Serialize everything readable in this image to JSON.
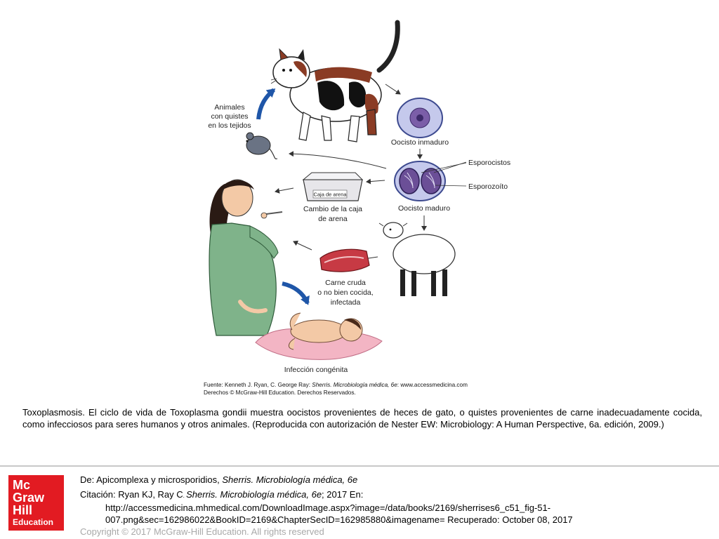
{
  "diagram": {
    "labels": {
      "animals": [
        "Animales",
        "con quistes",
        "en los tejidos"
      ],
      "immature_oocyst": "Oocisto inmaduro",
      "sporocysts": "Esporocistos",
      "sporozoite": "Esporozoíto",
      "mature_oocyst": "Oocisto maduro",
      "litter_box_sign": "Caja de arena",
      "litter_change": [
        "Cambio de la caja",
        "de arena"
      ],
      "raw_meat": [
        "Carne cruda",
        "o no bien cocida,",
        "infectada"
      ],
      "congenital": "Infección congénita"
    },
    "source": {
      "prefix": "Fuente: Kenneth J. Ryan, C. George Ray: ",
      "title": "Sherris. Microbiología médica, 6e",
      "suffix": ": www.accessmedicina.com",
      "line2": "Derechos © McGraw-Hill Education. Derechos Reservados."
    }
  },
  "caption": "Toxoplasmosis. El ciclo de vida de Toxoplasma gondii muestra oocistos provenientes de heces de gato, o quistes provenientes de carne inadecuadamente cocida, como infecciosos para seres humanos y otros animales. (Reproducida con autorización de Nester EW: Microbiology: A Human Perspective, 6a. edición, 2009.)",
  "logo": {
    "line1": "Mc",
    "line2": "Graw",
    "line3": "Hill",
    "line4": "Education"
  },
  "citation": {
    "from_prefix": "De: Apicomplexa y microsporidios, ",
    "from_title": "Sherris. Microbiología médica, 6e",
    "cite_prefix": "Citación: Ryan KJ, Ray C",
    "cite_dot": ". ",
    "cite_title": "Sherris. Microbiología médica, 6e",
    "cite_suffix": "; 2017 En:",
    "url_line1": "http://accessmedicina.mhmedical.com/DownloadImage.aspx?image=/data/books/2169/sherrises6_c51_fig-51-",
    "url_line2": "007.png&sec=162986022&BookID=2169&ChapterSecID=162985880&imagename= Recuperado: October 08, 2017",
    "copyright": "Copyright © 2017 McGraw-Hill Education. All rights reserved"
  },
  "colors": {
    "arrow_blue": "#1f56a8",
    "oocyst_fill": "#c5c9ec",
    "oocyst_inner": "#7b5ea8",
    "cat_brown": "#8a3b24",
    "dress_green": "#7fb38a",
    "meat_red": "#c73a44",
    "blanket_pink": "#f3b5c4",
    "logo_red": "#e21b22"
  }
}
